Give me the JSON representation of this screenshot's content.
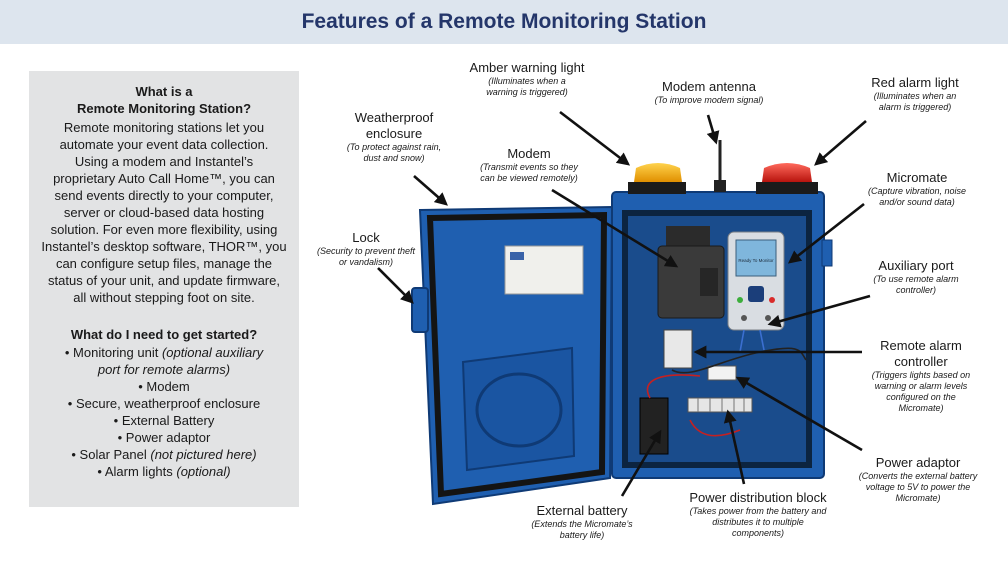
{
  "title": "Features of a Remote Monitoring Station",
  "panel": {
    "heading_line1": "What is a",
    "heading_line2": "Remote Monitoring Station?",
    "paragraph_lines": [
      "Remote monitoring stations let you",
      "automate your event data collection.",
      "Using a modem and Instantel’s",
      "proprietary Auto Call Home™, you can",
      "send events directly to your computer,",
      "server or cloud-based data hosting",
      "solution. For even more flexibility, using",
      "Instantel’s desktop software, THOR™, you",
      "can configure setup files, manage the",
      "status of your unit, and update firmware,",
      "all without stepping foot on site."
    ],
    "heading2": "What do I need to get started?",
    "items": [
      {
        "text": "• Monitoring unit ",
        "note": "(optional auxiliary"
      },
      {
        "text": "",
        "note": "port for remote alarms)"
      },
      {
        "text": "• Modem",
        "note": ""
      },
      {
        "text": "• Secure, weatherproof enclosure",
        "note": ""
      },
      {
        "text": "• External Battery",
        "note": ""
      },
      {
        "text": "• Power adaptor",
        "note": ""
      },
      {
        "text": "• Solar Panel ",
        "note": "(not pictured here)"
      },
      {
        "text": "• Alarm lights ",
        "note": "(optional)"
      }
    ]
  },
  "labels": {
    "amber_light": {
      "title": "Amber warning light",
      "desc": [
        "(Illuminates when a",
        "warning is triggered)"
      ]
    },
    "modem_antenna": {
      "title": "Modem antenna",
      "desc": [
        "(To improve modem signal)"
      ]
    },
    "red_light": {
      "title": "Red alarm light",
      "desc": [
        "(Illuminates when an",
        "alarm is triggered)"
      ]
    },
    "enclosure": {
      "title_lines": [
        "Weatherproof",
        "enclosure"
      ],
      "desc": [
        "(To protect against rain,",
        "dust and snow)"
      ]
    },
    "modem": {
      "title": "Modem",
      "desc": [
        "(Transmit events so they",
        "can be viewed remotely)"
      ]
    },
    "micromate": {
      "title": "Micromate",
      "desc": [
        "(Capture vibration, noise",
        "and/or sound data)"
      ]
    },
    "lock": {
      "title": "Lock",
      "desc": [
        "(Security to prevent theft",
        "or vandalism)"
      ]
    },
    "aux_port": {
      "title": "Auxiliary port",
      "desc": [
        "(To use remote alarm",
        "controller)"
      ]
    },
    "remote_alarm": {
      "title_lines": [
        "Remote alarm",
        "controller"
      ],
      "desc": [
        "(Triggers lights based on",
        "warning or alarm levels",
        "configured on the",
        "Micromate)"
      ]
    },
    "power_adaptor": {
      "title": "Power adaptor",
      "desc": [
        "(Converts the external battery",
        "voltage to 5V to power the",
        "Micromate)"
      ]
    },
    "battery": {
      "title": "External battery",
      "desc": [
        "(Extends the Micromate’s",
        "battery life)"
      ]
    },
    "power_block": {
      "title": "Power distribution block",
      "desc": [
        "(Takes power from the battery and",
        "distributes it to multiple",
        "components)"
      ]
    }
  },
  "device": {
    "screen_text": "Ready To Monitor"
  },
  "colors": {
    "enclosure_blue": "#1f5fb0",
    "amber": "#f5a800",
    "red": "#e0231c",
    "header_bg": "#dde5ee",
    "title": "#24366a",
    "panel_bg": "#e2e3e4"
  }
}
